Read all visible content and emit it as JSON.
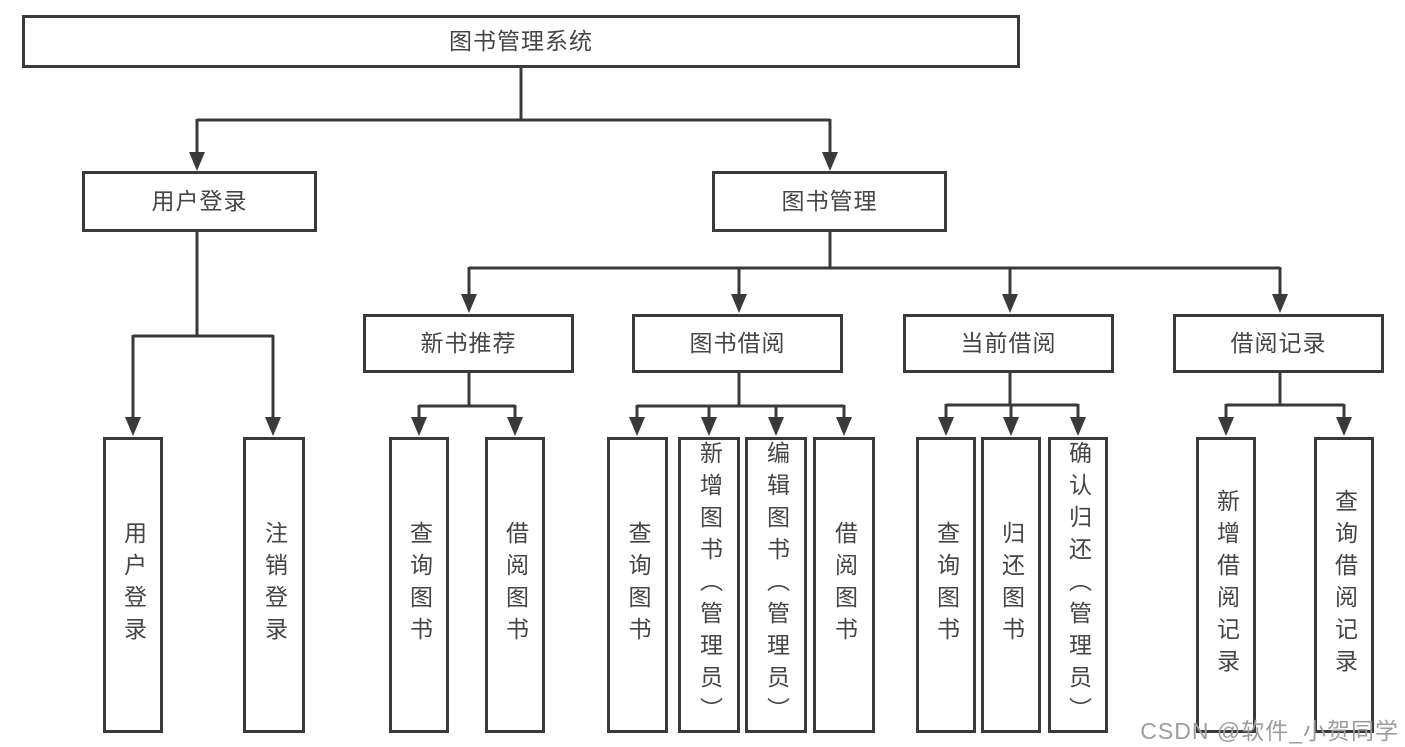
{
  "tree": {
    "root": {
      "label": "图书管理系统",
      "children": [
        {
          "label": "用户登录",
          "children": [
            {
              "label": "用户登录"
            },
            {
              "label": "注销登录"
            }
          ]
        },
        {
          "label": "图书管理",
          "children": [
            {
              "label": "新书推荐",
              "children": [
                {
                  "label": "查询图书"
                },
                {
                  "label": "借阅图书"
                }
              ]
            },
            {
              "label": "图书借阅",
              "children": [
                {
                  "label": "查询图书"
                },
                {
                  "label": "新增图书（管理员）"
                },
                {
                  "label": "编辑图书（管理员）"
                },
                {
                  "label": "借阅图书"
                }
              ]
            },
            {
              "label": "当前借阅",
              "children": [
                {
                  "label": "查询图书"
                },
                {
                  "label": "归还图书"
                },
                {
                  "label": "确认归还（管理员）"
                }
              ]
            },
            {
              "label": "借阅记录",
              "children": [
                {
                  "label": "新增借阅记录"
                },
                {
                  "label": "查询借阅记录"
                }
              ]
            }
          ]
        }
      ]
    }
  },
  "watermark": {
    "text": "CSDN @软件_小贺同学"
  },
  "colors": {
    "line": "#3a3a3a",
    "text": "#454545",
    "watermark": "#9d9d9d",
    "bg": "#ffffff"
  }
}
